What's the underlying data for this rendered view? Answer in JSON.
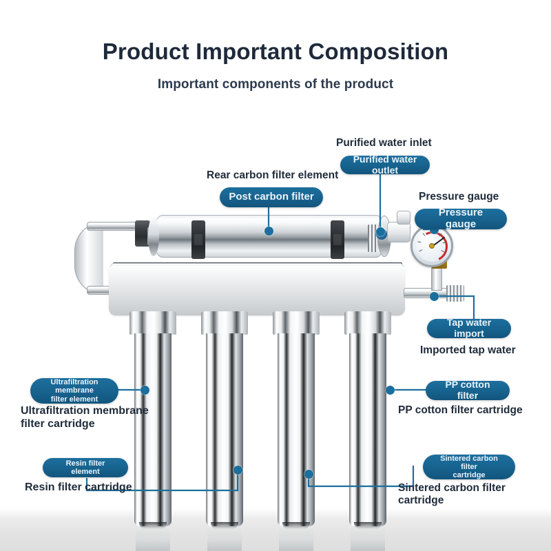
{
  "header": {
    "title": "Product Important Composition",
    "subtitle": "Important components of the product"
  },
  "colors": {
    "accent": "#17628e",
    "badge_text": "#eaf4fb",
    "caption_text": "#1f2b3a",
    "title_text": "#1e2a3a",
    "leader_line": "#1b6f9e",
    "gauge_red": "#c62828",
    "brass": "#c9a227",
    "background": "#ffffff"
  },
  "annotations": [
    {
      "id": "purified-water-inlet",
      "caption": "Purified water inlet",
      "badge": "Purified water outlet",
      "badge_size": "md"
    },
    {
      "id": "rear-carbon-filter",
      "caption": "Rear carbon filter element",
      "badge": "Post carbon filter",
      "badge_size": "lg"
    },
    {
      "id": "pressure-gauge",
      "caption": "Pressure gauge",
      "badge": "Pressure gauge",
      "badge_size": "lg"
    },
    {
      "id": "tap-water",
      "caption": "Imported tap water",
      "badge": "Tap water import",
      "badge_size": "md"
    },
    {
      "id": "pp-cotton-filter",
      "caption": "PP cotton filter cartridge",
      "badge": "PP cotton filter",
      "badge_size": "md"
    },
    {
      "id": "sintered-carbon-filter",
      "caption": "Sintered carbon filter cartridge",
      "badge": "Sintered carbon filter\ncartridge",
      "badge_size": "sm"
    },
    {
      "id": "ultrafiltration-membrane",
      "caption": "Ultrafiltration membrane\nfilter cartridge",
      "badge": "Ultrafiltration membrane\nfilter element",
      "badge_size": "sm"
    },
    {
      "id": "resin-filter",
      "caption": "Resin filter cartridge",
      "badge": "Resin filter element",
      "badge_size": "sm"
    }
  ],
  "labels": {
    "purified_water_inlet_caption": "Purified water inlet",
    "purified_water_outlet_badge": "Purified water outlet",
    "rear_carbon_caption": "Rear carbon filter element",
    "post_carbon_badge": "Post carbon filter",
    "pressure_gauge_caption": "Pressure gauge",
    "pressure_gauge_badge": "Pressure gauge",
    "tap_water_badge": "Tap water import",
    "tap_water_caption": "Imported tap water",
    "pp_cotton_badge": "PP cotton filter",
    "pp_cotton_caption": "PP cotton filter cartridge",
    "sintered_badge": "Sintered carbon filter\ncartridge",
    "sintered_caption": "Sintered carbon filter cartridge",
    "ultrafiltration_badge": "Ultrafiltration membrane\nfilter element",
    "ultrafiltration_caption": "Ultrafiltration membrane\nfilter cartridge",
    "resin_badge": "Resin filter element",
    "resin_caption": "Resin filter cartridge"
  },
  "product": {
    "type": "stainless steel multi-stage water purifier",
    "vertical_cartridge_count": 4,
    "horizontal_cylinder_label": "post carbon filter housing",
    "has_pressure_gauge": true,
    "has_u_handle_pipe": true
  }
}
